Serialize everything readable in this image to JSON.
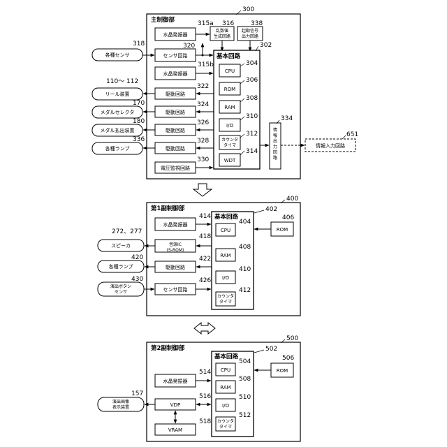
{
  "units": {
    "main": {
      "title": "主制御部",
      "ref": "300",
      "crystal_a": "水晶発振器",
      "crystal_a_ref": "315a",
      "crystal_b": "水晶発振器",
      "crystal_b_ref": "315b",
      "random": "乱数値生成回路",
      "random_ref": "316",
      "start_signal": "起動信号出力回路",
      "start_signal_ref": "338",
      "sensor_circuit": "センサ回路",
      "sensor_circuit_ref": "320",
      "basic": "基本回路",
      "basic_ref": "302",
      "cpu": "CPU",
      "cpu_ref": "304",
      "rom": "ROM",
      "rom_ref": "306",
      "ram": "RAM",
      "ram_ref": "308",
      "io": "I/O",
      "io_ref": "310",
      "counter": "カウンタタイマ",
      "counter_ref": "312",
      "wdt": "WDT",
      "wdt_ref": "314",
      "drivers": [
        {
          "label": "駆動回路",
          "ref": "322"
        },
        {
          "label": "駆動回路",
          "ref": "324"
        },
        {
          "label": "駆動回路",
          "ref": "326"
        },
        {
          "label": "駆動回路",
          "ref": "328"
        }
      ],
      "voltage": "電圧監視回路",
      "voltage_ref": "330",
      "info_out": "情報出力回路",
      "info_out_ref": "334"
    },
    "sub1": {
      "title": "第1副制御部",
      "ref": "400",
      "crystal": "水晶発振器",
      "crystal_ref": "414",
      "sound": "音源IC (S-ROM)",
      "sound_ref": "418",
      "driver": "駆動回路",
      "driver_ref": "422",
      "sensor": "センサ回路",
      "sensor_ref": "426",
      "basic": "基本回路",
      "basic_ref": "402",
      "cpu": "CPU",
      "cpu_ref": "404",
      "ram": "RAM",
      "ram_ref": "408",
      "io": "I/O",
      "io_ref": "410",
      "counter": "カウンタタイマ",
      "counter_ref": "412",
      "rom": "ROM",
      "rom_ref": "406"
    },
    "sub2": {
      "title": "第2副制御部",
      "ref": "500",
      "crystal": "水晶発振器",
      "crystal_ref": "514",
      "vdp": "VDP",
      "vdp_ref": "516",
      "vram": "VRAM",
      "vram_ref": "518",
      "basic": "基本回路",
      "basic_ref": "502",
      "cpu": "CPU",
      "cpu_ref": "504",
      "ram": "RAM",
      "ram_ref": "508",
      "io": "I/O",
      "io_ref": "510",
      "counter": "カウンタタイマ",
      "counter_ref": "512",
      "rom": "ROM",
      "rom_ref": "506"
    }
  },
  "external": {
    "sensors": "各種センサ",
    "sensors_ref": "318",
    "reel": "リール装置",
    "reel_ref": "110〜 112",
    "medal_selector": "メダルセレクタ",
    "medal_selector_ref": "170",
    "medal_payout": "メダル払出装置",
    "medal_payout_ref": "180",
    "lamps": "各種ランプ",
    "lamps_ref": "336",
    "info_input": "情報入力回路",
    "info_input_ref": "651",
    "speaker": "スピーカ",
    "speaker_ref": "272、277",
    "lamps2": "各種ランプ",
    "lamps2_ref": "420",
    "button_sensor": "演出ボタンセンサ",
    "button_sensor_ref": "430",
    "display": "演出画像表示装置",
    "display_ref": "157"
  }
}
